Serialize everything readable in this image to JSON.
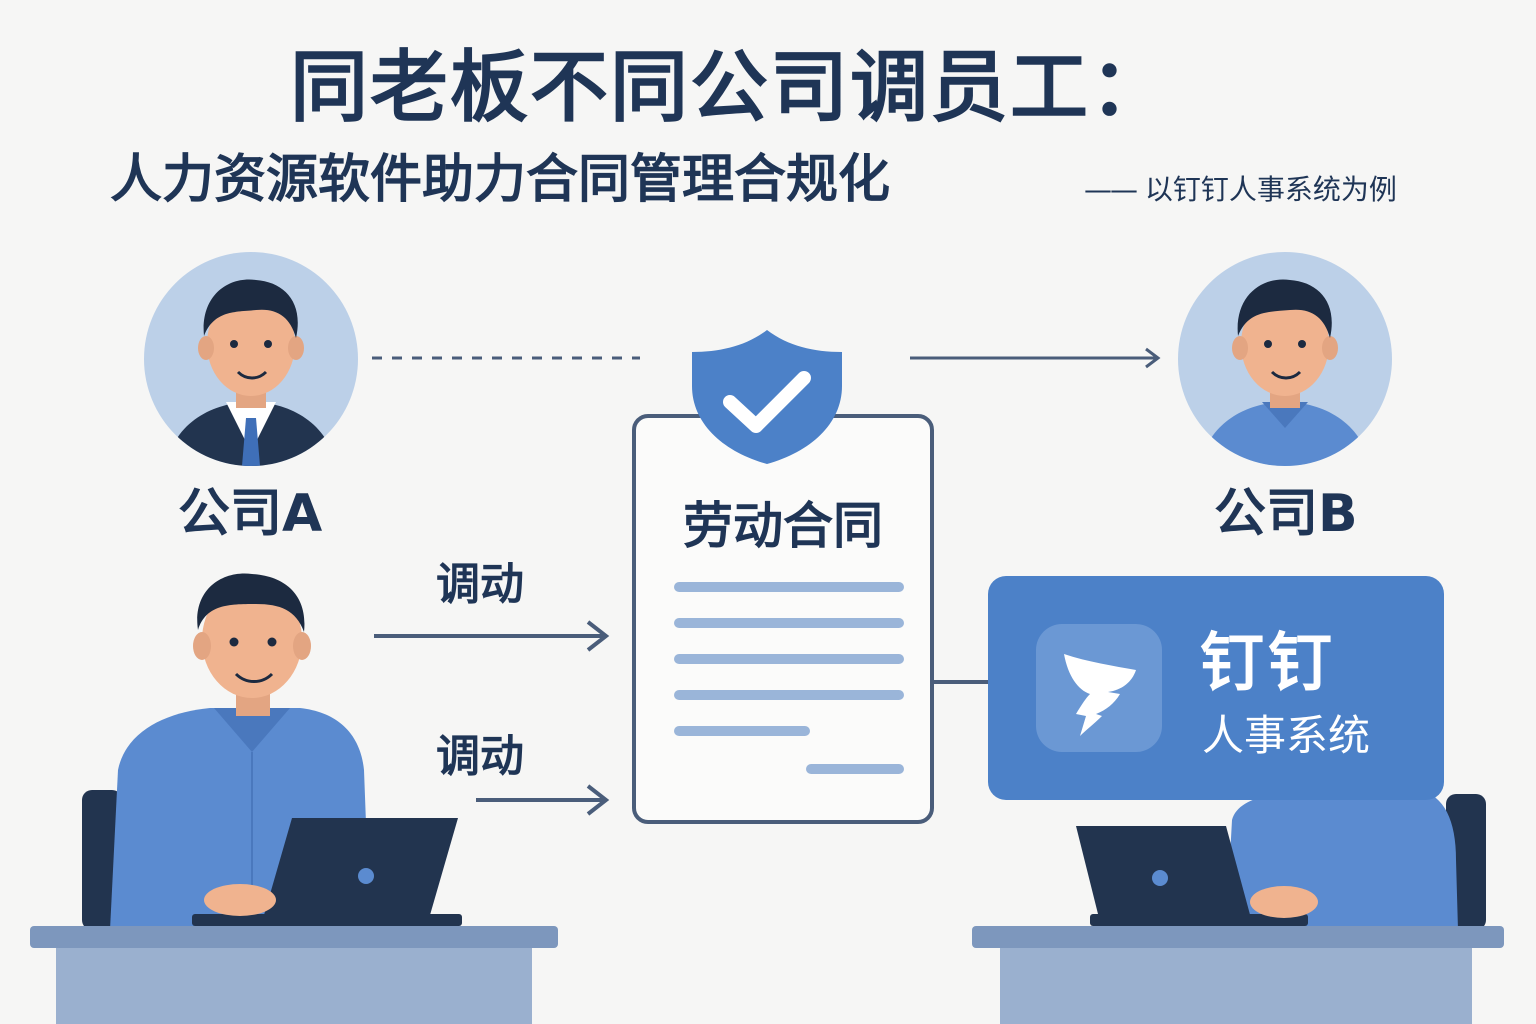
{
  "header": {
    "title": "同老板不同公司调员工：",
    "subtitle": "人力资源软件助力合同管理合规化",
    "subnote_dash": "——",
    "subnote": "以钉钉人事系统为例"
  },
  "company_a": {
    "label": "公司A"
  },
  "company_b": {
    "label": "公司B"
  },
  "transfers": {
    "label_1": "调动",
    "label_2": "调动"
  },
  "contract": {
    "title": "劳动合同"
  },
  "dingtalk": {
    "name": "钉钉",
    "subtitle": "人事系统"
  },
  "colors": {
    "navy": "#1f3556",
    "brand_blue": "#4c81c8",
    "shirt_blue": "#5b8bd0",
    "avatar_bg": "#bcd0e8",
    "background": "#f6f6f5"
  },
  "icons": [
    "shield-check-icon",
    "dingtalk-logo-icon",
    "arrow-right-icon",
    "laptop-icon"
  ]
}
